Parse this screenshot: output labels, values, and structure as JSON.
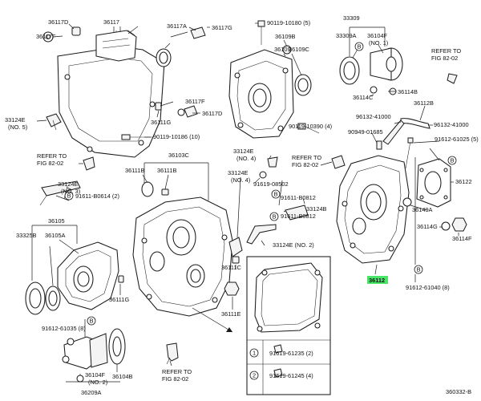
{
  "labels": {
    "p36117D": "36117D",
    "p36117F_a": "36117F",
    "p36117": "36117",
    "p36117A": "36117A",
    "p36117G": "36117G",
    "p33124E_5": "33124E",
    "p33124E_5_no": "(NO. 5)",
    "p36117F_b": "36117F",
    "p36117D_b": "36117D",
    "p36111G_top": "36111G",
    "p90119_10186": "90119-10186 (10)",
    "p90119_10180": "90119-10180 (5)",
    "p36109B": "36109B",
    "p36109C": "36109C",
    "p36109": "36109",
    "p90119_10390": "90119-10390 (4)",
    "p33309": "33309",
    "p33309A": "33309A",
    "p36104F": "36104F",
    "p36104F_no": "(NO. 1)",
    "p36114B": "36114B",
    "p36114C": "36114C",
    "p36112B": "36112B",
    "p96132_a": "96132-41000",
    "p96132_b": "96132-41000",
    "p90949": "90949-01685",
    "p91612_25": "91612-61025 (5)",
    "p36122": "36122",
    "p36149A": "36149A",
    "p36114G": "36114G",
    "p36114F": "36114F",
    "p36112": "36112",
    "p91612_40": "91612-61040 (8)",
    "p36103C": "36103C",
    "p36111B": "36111B",
    "p36111B_b": "36111B",
    "p33124E_4": "33124E",
    "p33124E_4_no": "(NO. 4)",
    "p33124E_3": "33124E",
    "p33124E_3_no": "(NO. 3)",
    "p33124E_2": "33124E (NO. 2)",
    "p91611_B0614": "91611-B0614 (2)",
    "p91619_08502": "91619-08502",
    "p91611_B0812a": "91611-B0812",
    "p91611_B0812b": "91611-B0812",
    "p33124B": "33124B",
    "p36105": "36105",
    "p33325B": "33325B",
    "p36105A": "36105A",
    "p36111G_mid": "36111G",
    "p36111C": "36111C",
    "p36111E": "36111E",
    "p91612_35": "91612-61035 (8)",
    "p36104F_2": "36104F",
    "p36104F_2_no": "(NO. 2)",
    "p36104B": "36104B",
    "p36209A": "36209A",
    "p91619_61235": "91619-61235 (2)",
    "p91619_61245": "91619-61245 (4)",
    "refer_1": "REFER TO",
    "refer_1_fig": "FIG 82-02",
    "refer_2": "REFER TO",
    "refer_2_fig": "FIG 82-02",
    "refer_3": "REFER TO",
    "refer_3_fig": "FIG 82-02",
    "refer_4": "REFER TO",
    "refer_4_fig": "FIG 82-02",
    "diagram_id": "360332-B",
    "mark_b": "B",
    "mark_1": "1",
    "mark_2": "2"
  },
  "colors": {
    "highlight": "#49e66a"
  }
}
